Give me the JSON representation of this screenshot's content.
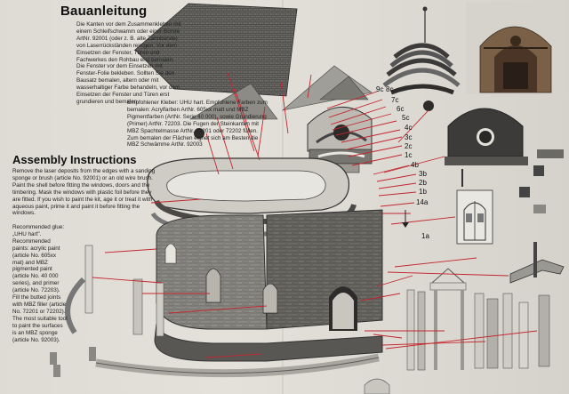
{
  "document": {
    "title_de": "Bauanleitung",
    "title_en": "Assembly Instructions",
    "intro_de": "Die Kanten vor dem Zusammenkleben mit einem Schleifschwamm oder einer Bürste ArtNr. 92001 (oder z. B. alte Zahnbürste) von Laserrückständen reinigen. Vor dem Einsetzen der Fenster, Türen und Fachwerkes den Rohbau erst bemalen. Die Fenster vor dem Einsetzen mit Fenster-Folie bekleben. Sollten Sie den Bausatz bemalen, altern oder mit wasserhaltiger Farbe behandeln, vor dem Einsetzen der Fenster und Türen erst grundieren und bemalen.",
    "glue_de": "Empfohlener Kleber: UHU hart. Empfohlene Farben zum bemalen: Acrylfarben ArtNr. 605xx matt und MBZ Pigmentfarben (ArtNr. Serie 40 000), sowie Grundierung (Primer) ArtNr. 72203. Die Fugen der Steinkanten mit MBZ Spachtelmasse ArtNr. 72201 oder 72202 füllen. Zum bemalen der Flächen eignet sich am Besten die MBZ Schwämme ArtNr. 92003",
    "instructions_en": "Remove the laser deposits from the edges with a sanding sponge or brush (article No. 92001) or an old wire brush. Paint the shell before fitting the windows, doors and the timbering. Mask the windows with plastic foil before they are fitted. If you wish to paint the kit, age it or treat it with aqueous paint, prime it and paint it before fitting the windows.",
    "recommended_en": "Recommended glue: „UHU hart\". Recommended paints: acrylic paint (article No. 605xx mat) and MBZ pigmented paint (article No. 40 000 series), and primer (article No. 72203). Fill the butted joints with MBZ filler (article No. 72201 or 72202). The most suitable tool to paint the surfaces is an MBZ sponge (article No. 92003)."
  },
  "part_labels": [
    "9c",
    "8c",
    "7c",
    "6c",
    "5c",
    "4c",
    "3c",
    "2c",
    "1c",
    "4b",
    "3b",
    "2b",
    "1b",
    "14a",
    "1a"
  ],
  "colors": {
    "paper": "#dedbd4",
    "brick": "#8a8884",
    "roof": "#5d5c5a",
    "callout": "#c4262e"
  }
}
